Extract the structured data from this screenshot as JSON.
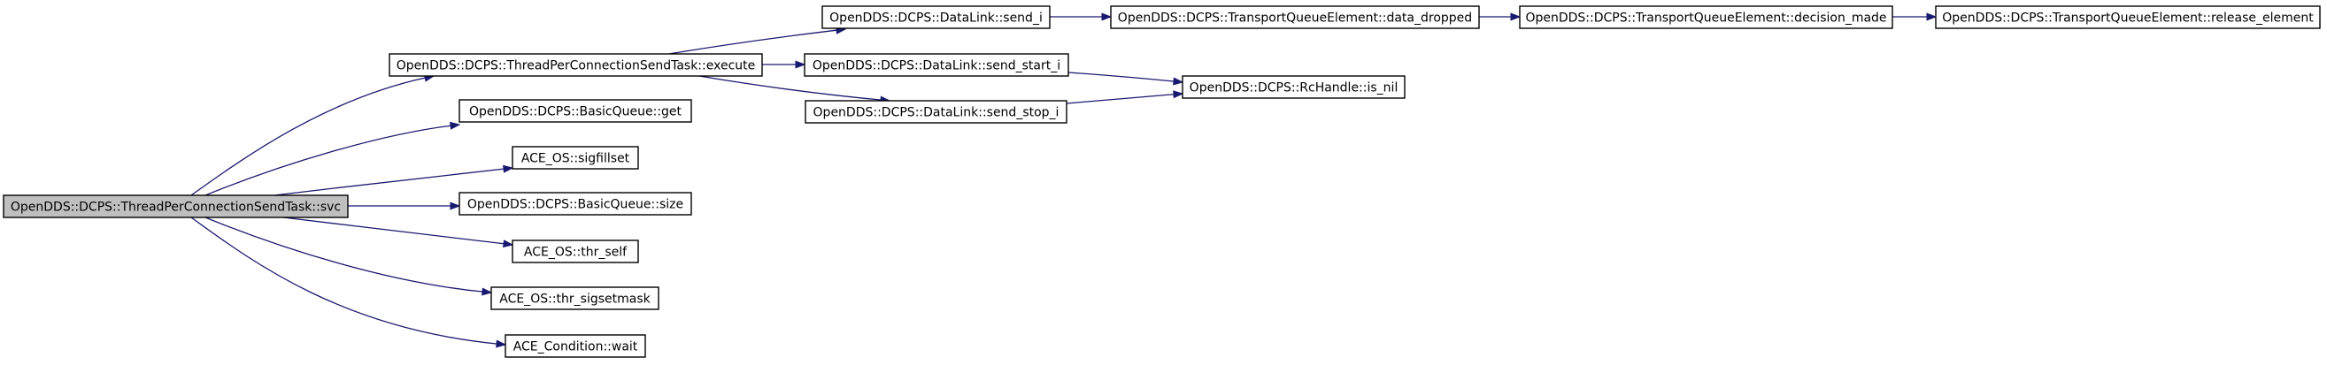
{
  "graph": {
    "type": "call-graph",
    "colors": {
      "root_fill": "#bfbfbf",
      "node_fill": "#ffffff",
      "node_border": "#000000",
      "edge": "#191970"
    },
    "nodes": [
      {
        "id": "svc",
        "label": "OpenDDS::DCPS::ThreadPerConnectionSendTask::svc",
        "root": true
      },
      {
        "id": "execute",
        "label": "OpenDDS::DCPS::ThreadPerConnectionSendTask::execute"
      },
      {
        "id": "get",
        "label": "OpenDDS::DCPS::BasicQueue::get"
      },
      {
        "id": "sigfillset",
        "label": "ACE_OS::sigfillset"
      },
      {
        "id": "size",
        "label": "OpenDDS::DCPS::BasicQueue::size"
      },
      {
        "id": "thr_self",
        "label": "ACE_OS::thr_self"
      },
      {
        "id": "thr_sigsetmask",
        "label": "ACE_OS::thr_sigsetmask"
      },
      {
        "id": "wait",
        "label": "ACE_Condition::wait"
      },
      {
        "id": "send_i",
        "label": "OpenDDS::DCPS::DataLink::send_i"
      },
      {
        "id": "send_start_i",
        "label": "OpenDDS::DCPS::DataLink::send_start_i"
      },
      {
        "id": "send_stop_i",
        "label": "OpenDDS::DCPS::DataLink::send_stop_i"
      },
      {
        "id": "data_dropped",
        "label": "OpenDDS::DCPS::TransportQueueElement::data_dropped"
      },
      {
        "id": "is_nil",
        "label": "OpenDDS::DCPS::RcHandle::is_nil"
      },
      {
        "id": "decision_made",
        "label": "OpenDDS::DCPS::TransportQueueElement::decision_made"
      },
      {
        "id": "release_element",
        "label": "OpenDDS::DCPS::TransportQueueElement::release_element"
      }
    ],
    "edges": [
      {
        "from": "svc",
        "to": "execute"
      },
      {
        "from": "svc",
        "to": "get"
      },
      {
        "from": "svc",
        "to": "sigfillset"
      },
      {
        "from": "svc",
        "to": "size"
      },
      {
        "from": "svc",
        "to": "thr_self"
      },
      {
        "from": "svc",
        "to": "thr_sigsetmask"
      },
      {
        "from": "svc",
        "to": "wait"
      },
      {
        "from": "execute",
        "to": "send_i"
      },
      {
        "from": "execute",
        "to": "send_start_i"
      },
      {
        "from": "execute",
        "to": "send_stop_i"
      },
      {
        "from": "send_i",
        "to": "data_dropped"
      },
      {
        "from": "send_start_i",
        "to": "is_nil"
      },
      {
        "from": "send_stop_i",
        "to": "is_nil"
      },
      {
        "from": "data_dropped",
        "to": "decision_made"
      },
      {
        "from": "decision_made",
        "to": "release_element"
      }
    ]
  }
}
